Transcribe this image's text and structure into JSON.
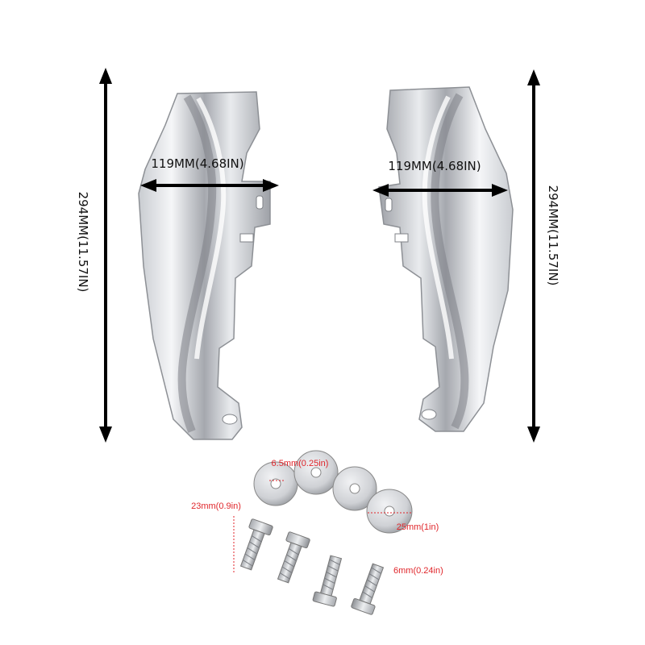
{
  "product_image": {
    "dimensions": {
      "height": "294MM(11.57IN)",
      "width": "119MM(4.68IN)"
    },
    "hardware": {
      "washer_inner": "6.5mm(0.25in)",
      "washer_outer": "25mm(1in)",
      "bolt_length": "23mm(0.9in)",
      "bolt_diameter": "6mm(0.24in)"
    },
    "colors": {
      "dimension_text": "#111111",
      "hardware_label": "#e0262b",
      "chrome_light": "#f4f5f7",
      "chrome_dark": "#8a8d93"
    }
  }
}
